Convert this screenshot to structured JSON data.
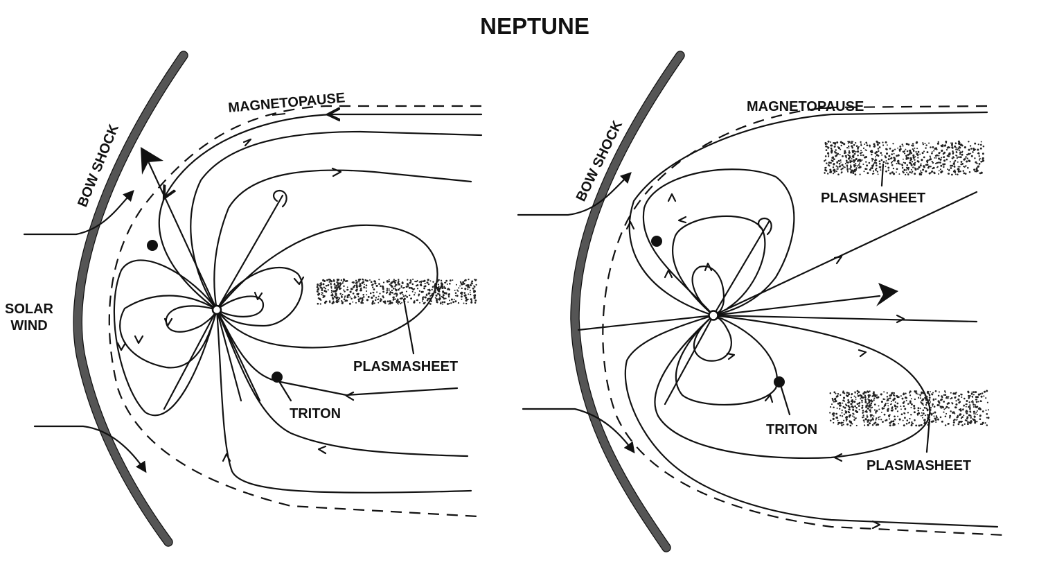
{
  "title": "NEPTUNE",
  "panels": [
    {
      "bow_shock_label": "BOW SHOCK",
      "magnetopause_label": "MAGNETOPAUSE",
      "solar_wind_label_line1": "SOLAR",
      "solar_wind_label_line2": "WIND",
      "plasmasheet_label": "PLASMASHEET",
      "triton_label": "TRITON"
    },
    {
      "bow_shock_label": "BOW SHOCK",
      "magnetopause_label": "MAGNETOPAUSE",
      "plasmasheet_upper_label": "PLASMASHEET",
      "plasmasheet_lower_label": "PLASMASHEET",
      "triton_label": "TRITON"
    }
  ],
  "colors": {
    "ink": "#111111",
    "bow_shock_fill": "#555555",
    "background": "#ffffff"
  }
}
